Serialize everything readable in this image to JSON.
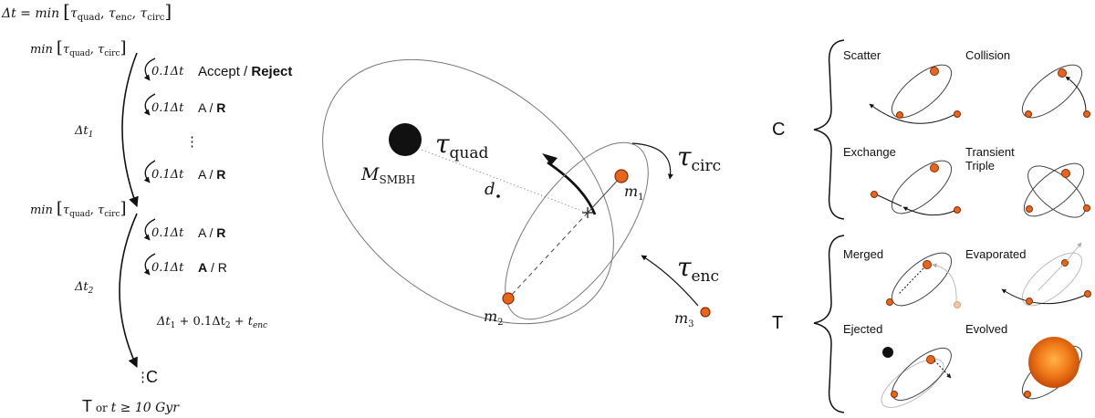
{
  "left": {
    "top_formula": {
      "lhs": "Δt = ",
      "min": "min",
      "tq": "τ",
      "tq_sub": "quad",
      "te": "τ",
      "te_sub": "enc",
      "tc": "τ",
      "tc_sub": "circ"
    },
    "min_label": {
      "min": "min",
      "tq": "τ",
      "tq_sub": "quad",
      "tc": "τ",
      "tc_sub": "circ"
    },
    "step": "0.1Δt",
    "accept_reject": {
      "accept": "Accept / ",
      "reject": "Reject"
    },
    "ar_a": "A",
    "ar_slash": " / ",
    "ar_r": "R",
    "vdots": "⋮",
    "dt1": {
      "main": "Δt",
      "sub": "1"
    },
    "dt2": {
      "main": "Δt",
      "sub": "2"
    },
    "sum": {
      "a": "Δt",
      "a_sub": "1",
      "b": " + 0.1Δt",
      "b_sub": "2",
      "c": " + t",
      "c_sub": "enc"
    },
    "end_c": "C",
    "end_t": "T",
    "end_or": " or ",
    "end_cond": "t ≥ 10 Gyr"
  },
  "center": {
    "smbh": {
      "main": "M",
      "sub": "SMBH"
    },
    "tau_quad": {
      "main": "τ",
      "sub": "quad"
    },
    "tau_circ": {
      "main": "τ",
      "sub": "circ"
    },
    "tau_enc": {
      "main": "τ",
      "sub": "enc"
    },
    "d": "d",
    "m1": {
      "main": "m",
      "sub": "1"
    },
    "m2": {
      "main": "m",
      "sub": "2"
    },
    "m3": {
      "main": "m",
      "sub": "3"
    }
  },
  "right": {
    "c_letter": "C",
    "t_letter": "T",
    "panels": {
      "scatter": "Scatter",
      "collision": "Collision",
      "exchange": "Exchange",
      "transient_1": "Transient",
      "transient_2": "Triple",
      "merged": "Merged",
      "evaporated": "Evaporated",
      "ejected": "Ejected",
      "evolved": "Evolved"
    }
  },
  "colors": {
    "star": "#e8651c",
    "star_edge": "#8a2c05",
    "line": "#111111",
    "faint": "#9a9a9a"
  }
}
